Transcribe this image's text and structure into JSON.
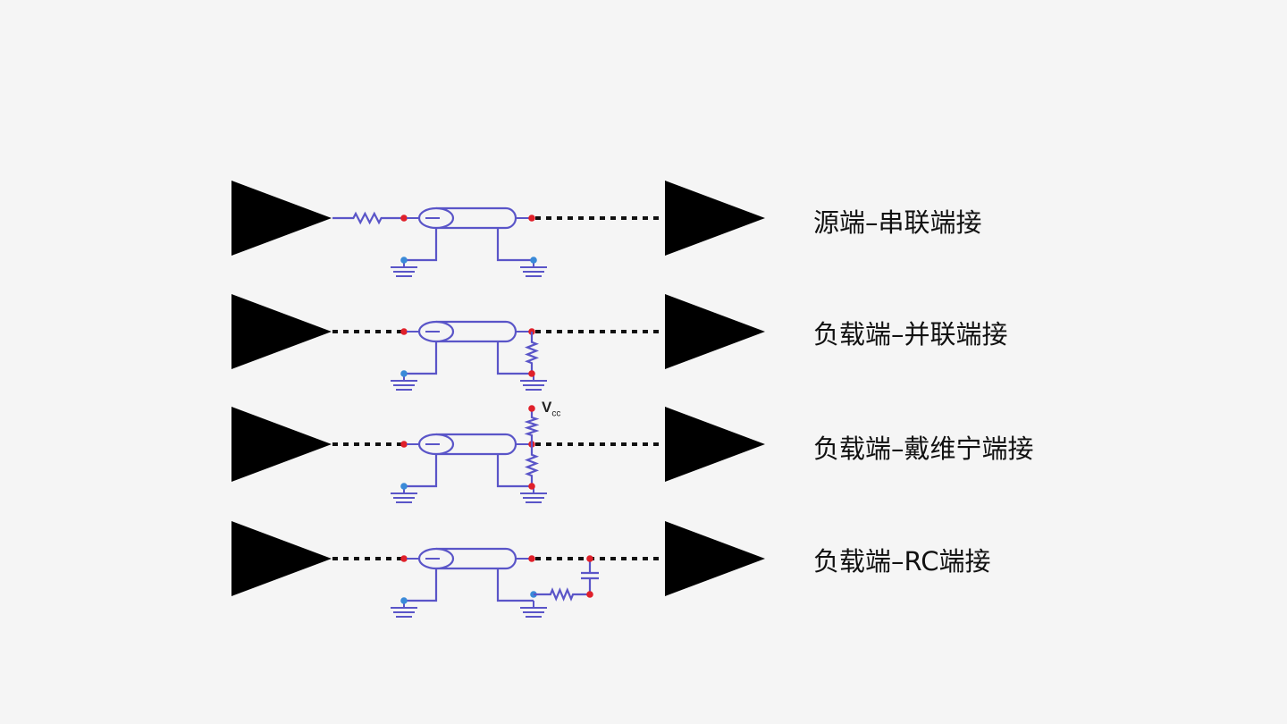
{
  "title": "Signal termination methods",
  "colors": {
    "background": "#f5f5f5",
    "buffer": "#000000",
    "wire": "#5a55c8",
    "node": "#e0202a",
    "ground_node": "#3a8ad8",
    "trace": "#111111"
  },
  "rows": [
    {
      "id": "series",
      "label": "源端–串联端接",
      "termination": "source-series-resistor"
    },
    {
      "id": "parallel",
      "label": "负载端–并联端接",
      "termination": "load-parallel-resistor-to-ground"
    },
    {
      "id": "thevenin",
      "label": "负载端–戴维宁端接",
      "termination": "load-thevenin-divider",
      "supply_label": "V",
      "supply_subscript": "cc"
    },
    {
      "id": "rc",
      "label": "负载端–RC端接",
      "termination": "load-rc-to-ground"
    }
  ],
  "icons": {
    "driver": "buffer-triangle-icon",
    "receiver": "buffer-triangle-icon",
    "coax": "transmission-line-icon",
    "ground": "ground-icon",
    "resistor": "resistor-icon",
    "capacitor": "capacitor-icon"
  }
}
